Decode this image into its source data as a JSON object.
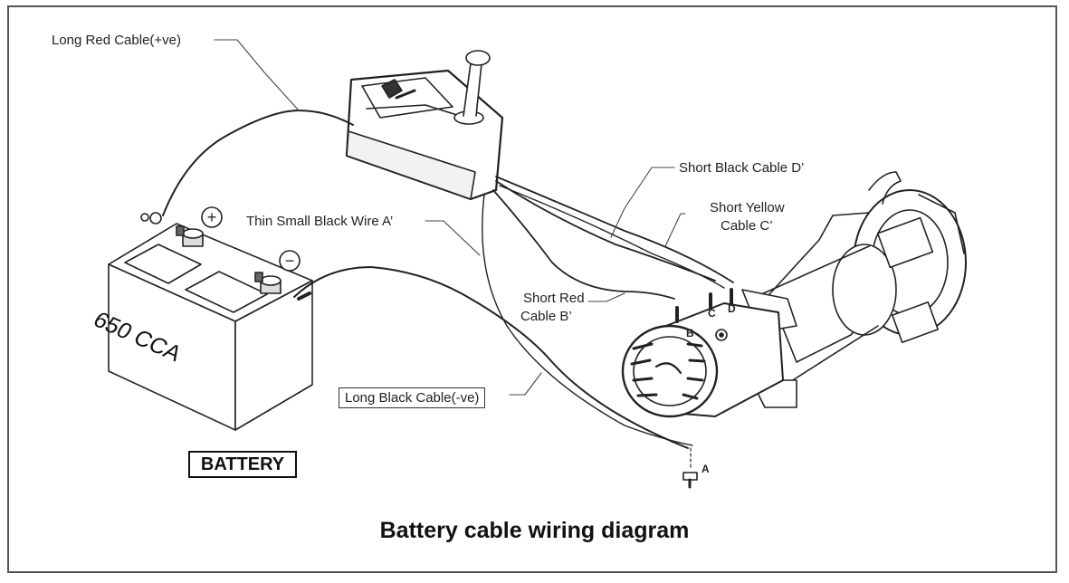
{
  "labels": {
    "long_red": "Long Red Cable(+ve)",
    "thin_black": "Thin Small Black Wire A’",
    "short_black_d": "Short Black Cable D’",
    "short_yellow_1": "Short Yellow",
    "short_yellow_2": "Cable C’",
    "short_red_1": "Short Red",
    "short_red_2": "Cable B’",
    "long_black": "Long Black Cable(-ve)"
  },
  "battery": {
    "rating": "650 CCA",
    "plus": "+",
    "minus": "−",
    "tag": "BATTERY"
  },
  "terminals": {
    "a": "A",
    "b": "B",
    "c": "C",
    "d": "D"
  },
  "caption": "Battery cable wiring diagram"
}
